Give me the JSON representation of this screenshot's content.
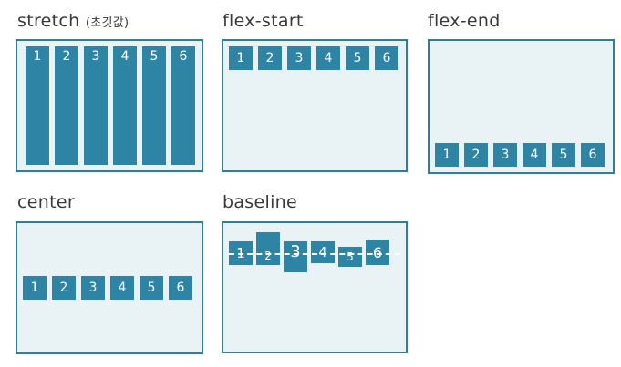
{
  "panels": [
    {
      "title": "stretch",
      "title_suffix": "(초깃값)",
      "items": [
        "1",
        "2",
        "3",
        "4",
        "5",
        "6"
      ]
    },
    {
      "title": "flex-start",
      "items": [
        "1",
        "2",
        "3",
        "4",
        "5",
        "6"
      ]
    },
    {
      "title": "flex-end",
      "items": [
        "1",
        "2",
        "3",
        "4",
        "5",
        "6"
      ]
    },
    {
      "title": "center",
      "items": [
        "1",
        "2",
        "3",
        "4",
        "5",
        "6"
      ]
    },
    {
      "title": "baseline",
      "items": [
        "1",
        "2",
        "3",
        "4",
        "5",
        "6"
      ]
    }
  ],
  "colors": {
    "border": "#2e7f9b",
    "item": "#2d84a5",
    "panel_bg": "#e9f3f5"
  }
}
